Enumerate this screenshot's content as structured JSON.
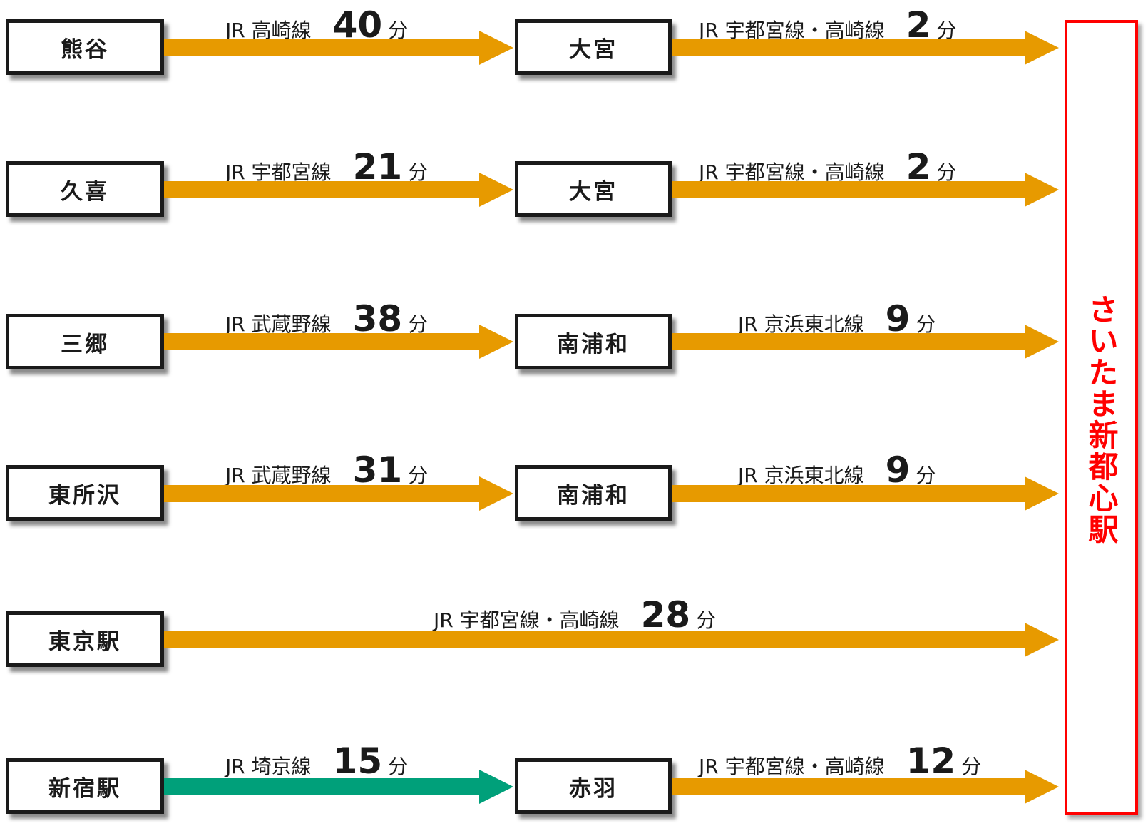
{
  "destination": {
    "name": "さいたま新都心駅",
    "color": "#ff0000"
  },
  "colors": {
    "orange_line": "#e79a00",
    "green_line": "#00a07a"
  },
  "routes": [
    {
      "origin": "熊谷",
      "leg1": {
        "line": "JR 高崎線",
        "minutes": "40",
        "unit": "分"
      },
      "transfer": "大宮",
      "leg2": {
        "line": "JR 宇都宮線・高崎線",
        "minutes": "2",
        "unit": "分"
      }
    },
    {
      "origin": "久喜",
      "leg1": {
        "line": "JR 宇都宮線",
        "minutes": "21",
        "unit": "分"
      },
      "transfer": "大宮",
      "leg2": {
        "line": "JR 宇都宮線・高崎線",
        "minutes": "2",
        "unit": "分"
      }
    },
    {
      "origin": "三郷",
      "leg1": {
        "line": "JR 武蔵野線",
        "minutes": "38",
        "unit": "分"
      },
      "transfer": "南浦和",
      "leg2": {
        "line": "JR 京浜東北線",
        "minutes": "9",
        "unit": "分"
      }
    },
    {
      "origin": "東所沢",
      "leg1": {
        "line": "JR 武蔵野線",
        "minutes": "31",
        "unit": "分"
      },
      "transfer": "南浦和",
      "leg2": {
        "line": "JR 京浜東北線",
        "minutes": "9",
        "unit": "分"
      }
    },
    {
      "origin": "東京駅",
      "direct": {
        "line": "JR 宇都宮線・高崎線",
        "minutes": "28",
        "unit": "分"
      }
    },
    {
      "origin": "新宿駅",
      "leg1": {
        "line": "JR 埼京線",
        "minutes": "15",
        "unit": "分",
        "color": "green"
      },
      "transfer": "赤羽",
      "leg2": {
        "line": "JR 宇都宮線・高崎線",
        "minutes": "12",
        "unit": "分"
      }
    }
  ]
}
